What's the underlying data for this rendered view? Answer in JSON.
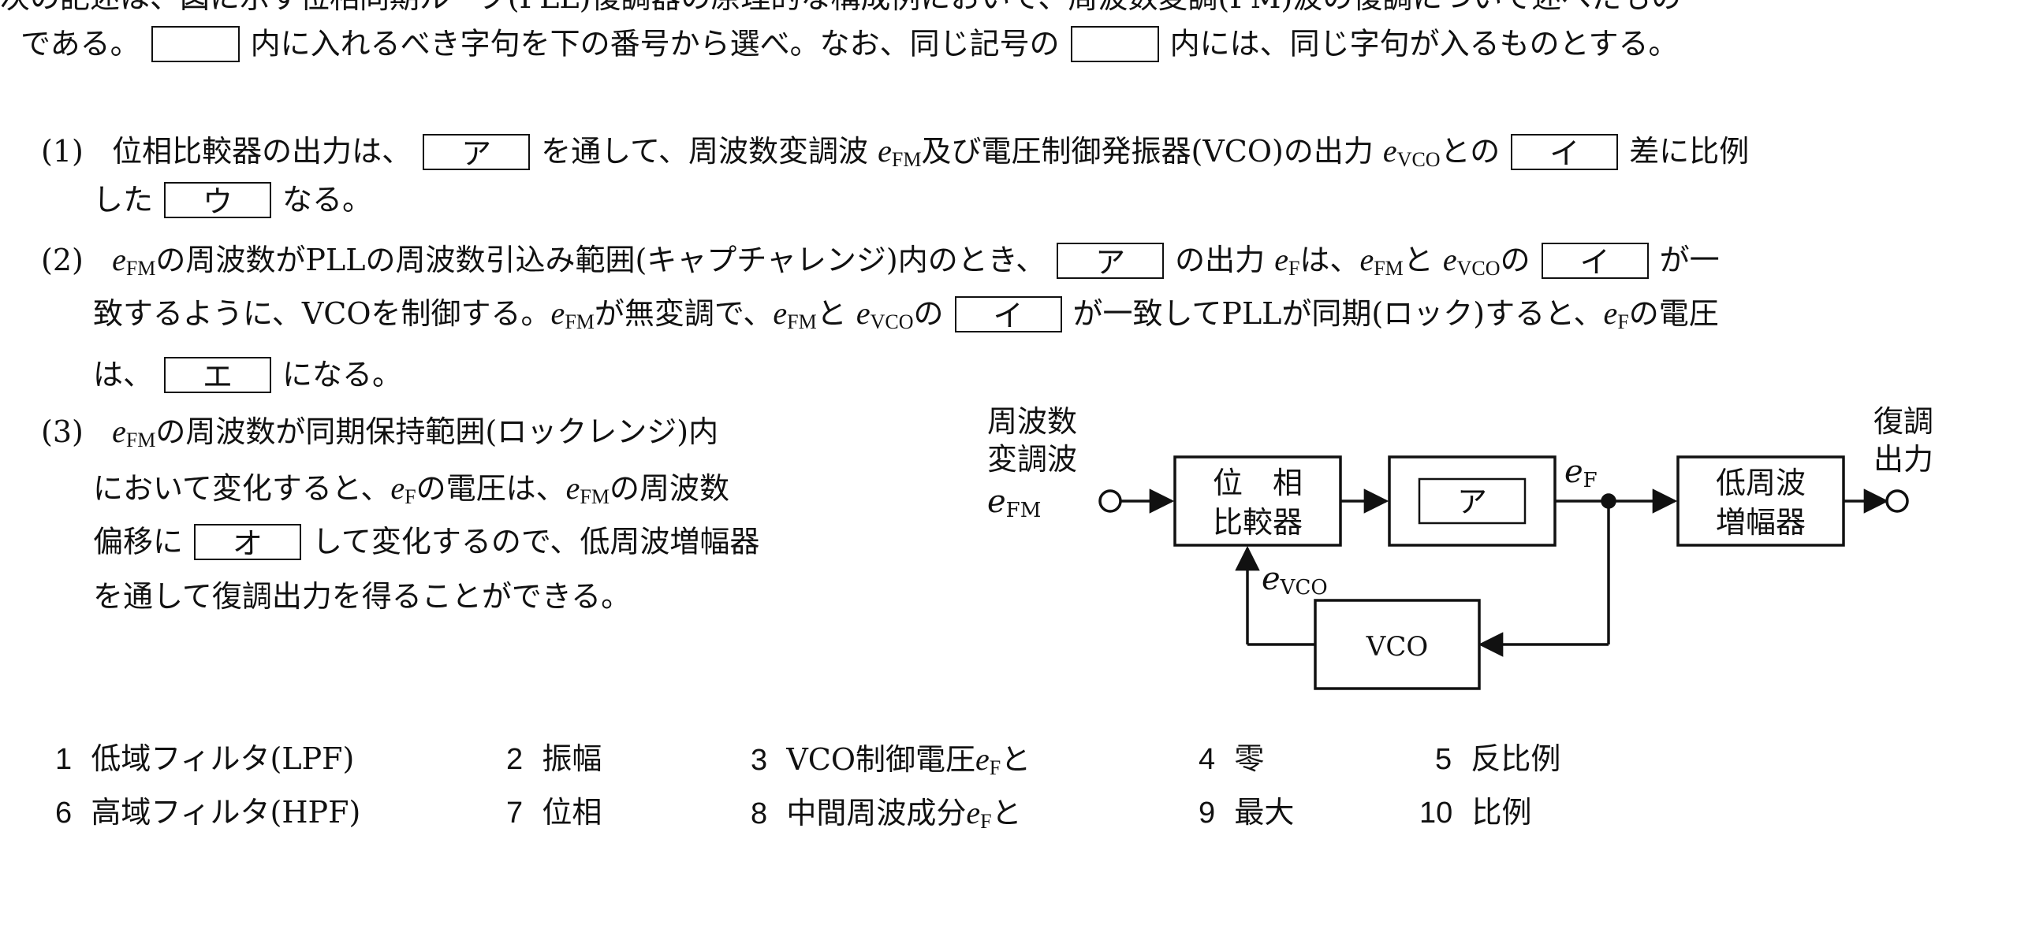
{
  "intro": {
    "line1": "次の記述は、図に示す位相同期ループ(PLL)復調器の原理的な構成例において、周波数変調(FM)波の復調について述べたもの",
    "line2_a": "である。",
    "line2_b": "内に入れるべき字句を下の番号から選べ。なお、同じ記号の",
    "line2_c": "内には、同じ字句が入るものとする。"
  },
  "labels": {
    "a": "ア",
    "i": "イ",
    "u": "ウ",
    "e": "エ",
    "o": "オ"
  },
  "vars": {
    "e": "e",
    "FM": "FM",
    "VCO": "VCO",
    "F": "F"
  },
  "items": {
    "p1": {
      "num": "(1)",
      "t1": "位相比較器の出力は、",
      "t2": "を通して、周波数変調波",
      "t3": "及び電圧制御発振器(VCO)の出力",
      "t4": "との",
      "t5": "差に比例",
      "t6": "した",
      "t7": "なる。"
    },
    "p2": {
      "num": "(2)",
      "t1": "の周波数がPLLの周波数引込み範囲(キャプチャレンジ)内のとき、",
      "t2": "の出力",
      "t3": "は、",
      "t4": "と",
      "t5": "の",
      "t6": "が一",
      "t7": "致するように、VCOを制御する。",
      "t8": "が無変調で、",
      "t9": "と",
      "t10": "の",
      "t11": "が一致してPLLが同期(ロック)すると、",
      "t12": "の電圧",
      "t13": "は、",
      "t14": "になる。"
    },
    "p3": {
      "num": "(3)",
      "t1": "の周波数が同期保持範囲(ロックレンジ)内",
      "t2": "において変化すると、",
      "t3": "の電圧は、",
      "t4": "の周波数",
      "t5": "偏移に",
      "t6": "して変化するので、低周波増幅器",
      "t7": "を通して復調出力を得ることができる。"
    }
  },
  "diagram": {
    "input_label": [
      "周波数",
      "変調波"
    ],
    "phase_comp": [
      "位　相",
      "比較器"
    ],
    "filter": "ア",
    "lf_amp": [
      "低周波",
      "増幅器"
    ],
    "output_label": [
      "復調",
      "出力"
    ],
    "vco": "VCO"
  },
  "choices": [
    {
      "n": "1",
      "text": "低域フィルタ(LPF)"
    },
    {
      "n": "2",
      "text": "振幅"
    },
    {
      "n": "3",
      "text": "VCO制御電圧",
      "suffix": "と"
    },
    {
      "n": "4",
      "text": "零"
    },
    {
      "n": "5",
      "text": "反比例"
    },
    {
      "n": "6",
      "text": "高域フィルタ(HPF)"
    },
    {
      "n": "7",
      "text": "位相"
    },
    {
      "n": "8",
      "text": "中間周波成分",
      "suffix": "と"
    },
    {
      "n": "9",
      "text": "最大"
    },
    {
      "n": "10",
      "text": "比例"
    }
  ]
}
